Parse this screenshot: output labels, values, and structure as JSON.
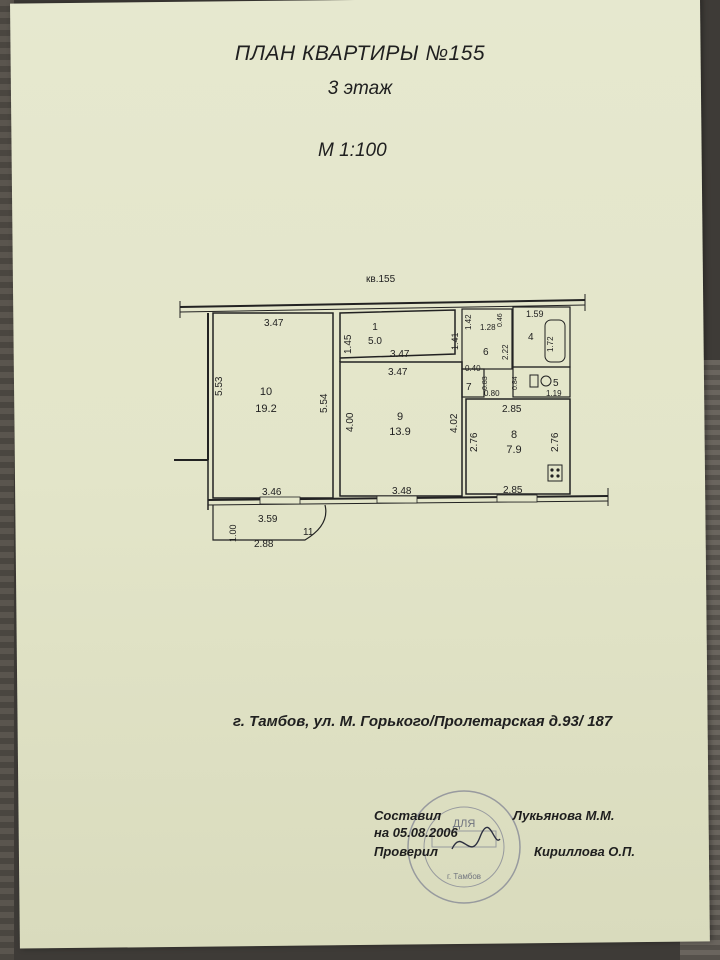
{
  "document": {
    "title": "ПЛАН КВАРТИРЫ №155",
    "floor": "3 этаж",
    "scale": "М  1:100",
    "apartment_label": "кв.155",
    "address": "г. Тамбов, ул. М. Горького/Пролетарская д.93/ 187"
  },
  "rooms": {
    "r1": {
      "number": "1",
      "area": "5.0"
    },
    "r4": {
      "number": "4"
    },
    "r5": {
      "number": "5"
    },
    "r6": {
      "number": "6"
    },
    "r7": {
      "number": "7"
    },
    "r8": {
      "number": "8",
      "area": "7.9"
    },
    "r9": {
      "number": "9",
      "area": "13.9"
    },
    "r10": {
      "number": "10",
      "area": "19.2"
    },
    "r11": {
      "number": "11"
    }
  },
  "dimensions": {
    "d_347_top": "3.47",
    "d_145": "1.45",
    "d_347_hall": "3.47",
    "d_141": "1.41",
    "d_142": "1.42",
    "d_128": "1.28",
    "d_046": "0.46",
    "d_159": "1.59",
    "d_172": "1.72",
    "d_222": "2.22",
    "d_040": "0.40",
    "d_083": "0.83",
    "d_084": "0.84",
    "d_080": "0.80",
    "d_119": "1.19",
    "d_553": "5.53",
    "d_554": "5.54",
    "d_347_r9": "3.47",
    "d_400": "4.00",
    "d_402": "4.02",
    "d_285_top": "2.85",
    "d_276_left": "2.76",
    "d_276_right": "2.76",
    "d_346": "3.46",
    "d_348": "3.48",
    "d_285_bottom": "2.85",
    "d_100": "1.00",
    "d_359": "3.59",
    "d_288": "2.88"
  },
  "signatures": {
    "compiled_label": "Составил",
    "compiled_date": "на 05.08.2006",
    "compiled_name": "Лукьянова М.М.",
    "checked_label": "Проверил",
    "checked_name": "Кириллова О.П."
  },
  "stamp": {
    "center_text": "ДЛЯ",
    "city": "г. Тамбов"
  }
}
